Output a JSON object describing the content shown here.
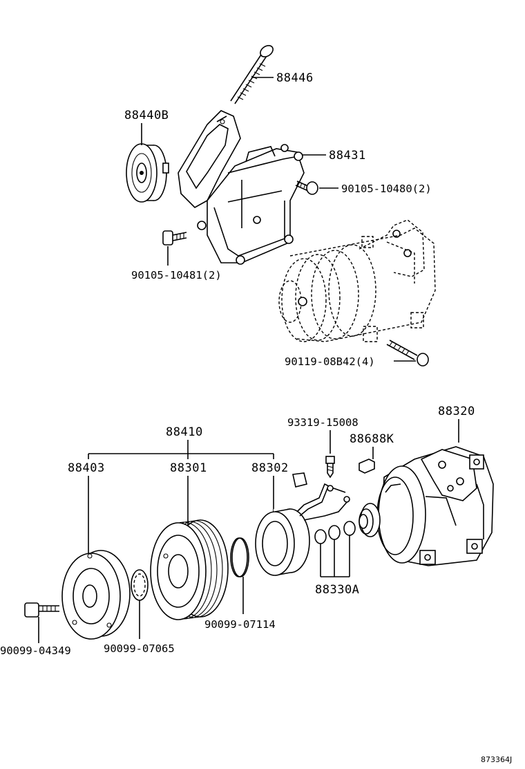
{
  "parts": {
    "p88446": "88446",
    "p88440B": "88440B",
    "p88431": "88431",
    "p90105_10480": "90105-10480(2)",
    "p90105_10481": "90105-10481(2)",
    "p90119_08B42": "90119-08B42(4)",
    "p88410": "88410",
    "p88403": "88403",
    "p88301": "88301",
    "p88302": "88302",
    "p93319_15008": "93319-15008",
    "p88688K": "88688K",
    "p88320": "88320",
    "p88330A": "88330A",
    "p90099_07114": "90099-07114",
    "p90099_04349": "90099-04349",
    "p90099_07065": "90099-07065"
  },
  "diagram_code": "873364J"
}
